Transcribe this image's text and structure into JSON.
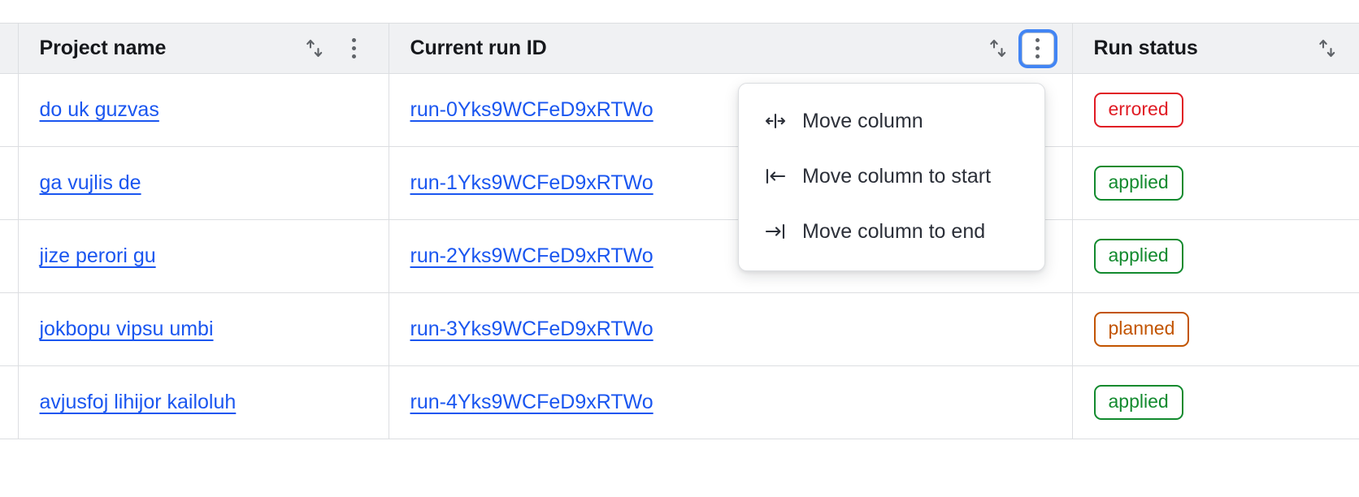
{
  "table": {
    "columns": [
      {
        "id": "select",
        "label": "",
        "sortable": false,
        "has_menu": false
      },
      {
        "id": "project_name",
        "label": "Project name",
        "sortable": true,
        "has_menu": true,
        "menu_open": false
      },
      {
        "id": "current_run_id",
        "label": "Current run ID",
        "sortable": true,
        "has_menu": true,
        "menu_open": true
      },
      {
        "id": "run_status",
        "label": "Run status",
        "sortable": true,
        "has_menu": false
      }
    ],
    "rows": [
      {
        "project_name": "do uk guzvas",
        "current_run_id": "run-0Yks9WCFeD9xRTWo",
        "run_status": "errored"
      },
      {
        "project_name": "ga vujlis de",
        "current_run_id": "run-1Yks9WCFeD9xRTWo",
        "run_status": "applied"
      },
      {
        "project_name": "jize perori gu",
        "current_run_id": "run-2Yks9WCFeD9xRTWo",
        "run_status": "applied"
      },
      {
        "project_name": "jokbopu vipsu umbi",
        "current_run_id": "run-3Yks9WCFeD9xRTWo",
        "run_status": "planned"
      },
      {
        "project_name": "avjusfoj lihijor kailoluh",
        "current_run_id": "run-4Yks9WCFeD9xRTWo",
        "run_status": "applied"
      }
    ]
  },
  "column_menu": {
    "owner_column": "Current run ID",
    "items": [
      {
        "icon": "move-column-icon",
        "label": "Move column"
      },
      {
        "icon": "move-column-to-start-icon",
        "label": "Move column to start"
      },
      {
        "icon": "move-column-to-end-icon",
        "label": "Move column to end"
      }
    ]
  },
  "icons": {
    "sort": "sort-ascending-descending-icon",
    "kebab": "more-options-icon"
  },
  "colors": {
    "link": "#1a56f0",
    "header_bg": "#f0f1f3",
    "border": "#dcdee1",
    "focus_ring": "#4285f4",
    "status_errored": "#e01b24",
    "status_applied": "#128a2e",
    "status_planned": "#c25400"
  }
}
